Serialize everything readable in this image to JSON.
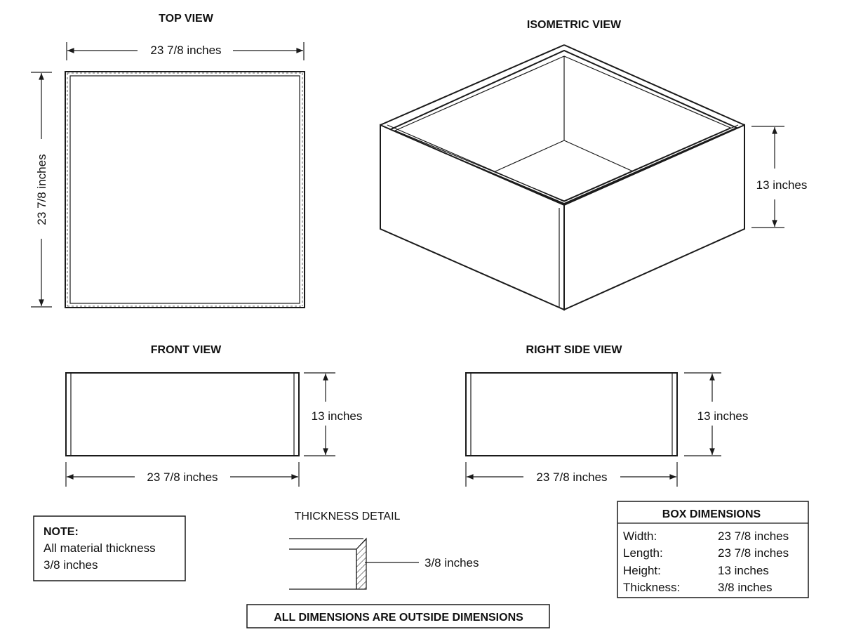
{
  "top_view": {
    "title": "TOP VIEW",
    "width_label": "23 7/8 inches",
    "length_label": "23 7/8 inches"
  },
  "isometric_view": {
    "title": "ISOMETRIC VIEW",
    "height_label": "13 inches"
  },
  "front_view": {
    "title": "FRONT VIEW",
    "height_label": "13 inches",
    "width_label": "23 7/8 inches"
  },
  "right_side_view": {
    "title": "RIGHT SIDE VIEW",
    "height_label": "13 inches",
    "width_label": "23 7/8 inches"
  },
  "note": {
    "heading": "NOTE:",
    "line1": "All material thickness",
    "line2": "3/8 inches"
  },
  "thickness_detail": {
    "title": "THICKNESS DETAIL",
    "label": "3/8 inches"
  },
  "box_dimensions": {
    "title": "BOX DIMENSIONS",
    "rows": [
      {
        "label": "Width:",
        "value": "23 7/8 inches"
      },
      {
        "label": "Length:",
        "value": "23 7/8 inches"
      },
      {
        "label": "Height:",
        "value": "13 inches"
      },
      {
        "label": "Thickness:",
        "value": "3/8 inches"
      }
    ]
  },
  "footer": {
    "text": "ALL DIMENSIONS ARE OUTSIDE DIMENSIONS"
  }
}
